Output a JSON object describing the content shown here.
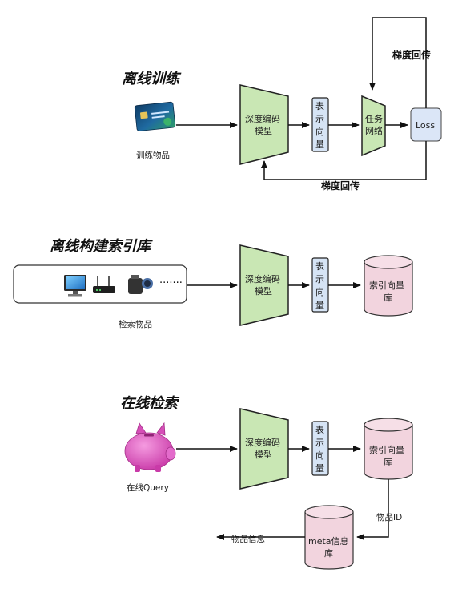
{
  "sections": {
    "offline_training": {
      "title": "离线训练",
      "input_label": "训练物品",
      "encoder_label_line1": "深度编码",
      "encoder_label_line2": "模型",
      "vector_label": [
        "表",
        "示",
        "向",
        "量"
      ],
      "task_net_line1": "任务",
      "task_net_line2": "网络",
      "loss_label": "Loss",
      "gradient_top": "梯度回传",
      "gradient_bottom": "梯度回传"
    },
    "offline_index": {
      "title": "离线构建索引库",
      "input_label": "检索物品",
      "dots": "·······",
      "encoder_label_line1": "深度编码",
      "encoder_label_line2": "模型",
      "vector_label": [
        "表",
        "示",
        "向",
        "量"
      ],
      "db_line1": "索引向量",
      "db_line2": "库"
    },
    "online_search": {
      "title": "在线检索",
      "input_label": "在线Query",
      "encoder_label_line1": "深度编码",
      "encoder_label_line2": "模型",
      "vector_label": [
        "表",
        "示",
        "向",
        "量"
      ],
      "db_line1": "索引向量",
      "db_line2": "库",
      "item_id_label": "物品ID",
      "meta_db_line1": "meta信息",
      "meta_db_line2": "库",
      "output_label": "物品信息"
    }
  },
  "colors": {
    "encoder_fill": "#c9e7b4",
    "encoder_stroke": "#222222",
    "vector_fill": "#d6e4f5",
    "loss_fill": "#dbe6f7",
    "db_fill": "#f2d4de",
    "arrow": "#111111",
    "piggy": "#d64fb8"
  },
  "icons": [
    "credit-card-icon",
    "monitor-icon",
    "router-icon",
    "camera-icon",
    "piggy-bank-icon"
  ]
}
